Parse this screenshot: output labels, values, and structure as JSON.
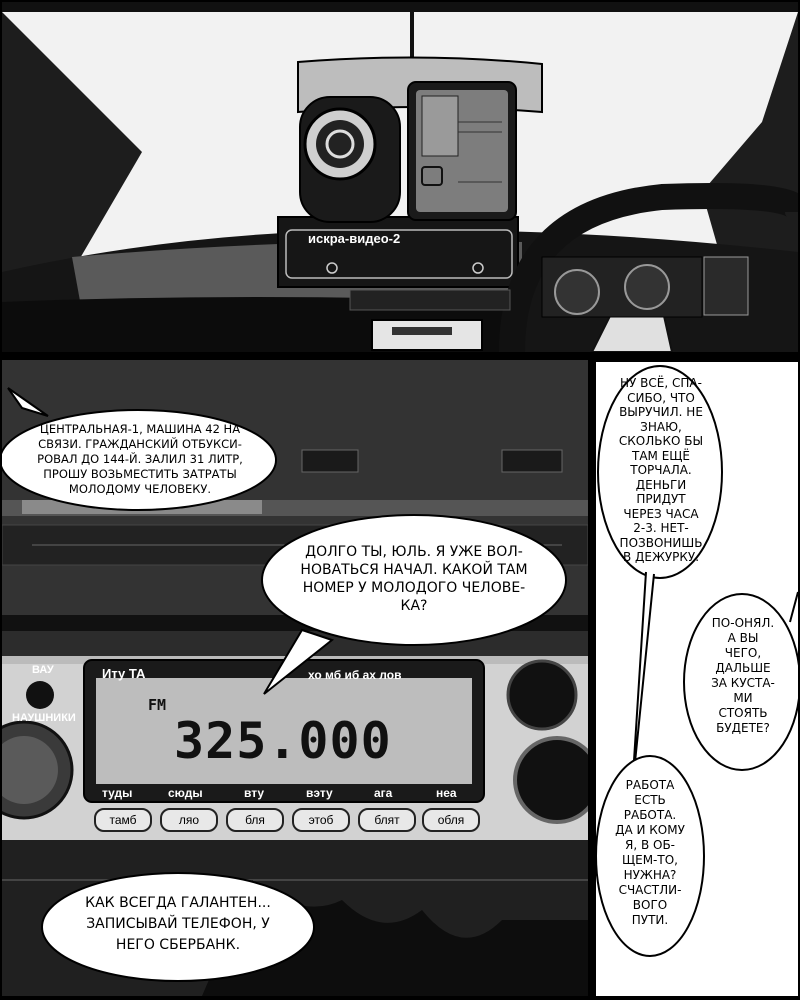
{
  "panel1": {
    "device_label": "искра-видео-2"
  },
  "panel2": {
    "bubble_dispatch": "ЦЕНТРАЛЬНАЯ-1, МАШИНА 42 НА\nСВЯЗИ. ГРАЖДАНСКИЙ ОТБУКСИ-\nРОВАЛ ДО 144-Й. ЗАЛИЛ 31 ЛИТР,\nПРОШУ ВОЗЬМЕСТИТЬ ЗАТРАТЫ\nМОЛОДОМУ ЧЕЛОВЕКУ.",
    "bubble_reply": "ДОЛГО ТЫ, ЮЛЬ. Я УЖЕ ВОЛ-\nНОВАТЬСЯ НАЧАЛ. КАКОЙ ТАМ\nНОМЕР У МОЛОДОГО ЧЕЛОВЕ-\nКА?",
    "bubble_bottom": "КАК ВСЕГДА ГАЛАНТЕН...\nЗАПИСЫВАЙ ТЕЛЕФОН, У\nНЕГО СБЕРБАНК.",
    "radio": {
      "left_label_top": "ВАУ",
      "left_label_bottom": "НАУШНИКИ",
      "brand": "Иту ТА",
      "header_right": "хо мб иб ах лов",
      "band": "FM",
      "frequency": "325.000",
      "soft_labels": [
        "туды",
        "сюды",
        "вту",
        "вэту",
        "ага",
        "неа"
      ],
      "buttons": [
        "тамб",
        "ляо",
        "бля",
        "этоб",
        "блят",
        "обля"
      ]
    }
  },
  "panel3": {
    "bubble_a": "НУ ВСЁ, СПА-\nСИБО, ЧТО\nВЫРУЧИЛ. НЕ\nЗНАЮ,\nСКОЛЬКО БЫ\nТАМ ЕЩЁ\nТОРЧАЛА.\nДЕНЬГИ\nПРИДУТ\nЧЕРЕЗ ЧАСА\n2-3. НЕТ-\nПОЗВОНИШЬ\nВ ДЕЖУРКУ.",
    "bubble_b": "ПО-ОНЯЛ.\nА ВЫ\nЧЕГО,\nДАЛЬШЕ\nЗА КУСТА-\nМИ\nСТОЯТЬ\nБУДЕТЕ?",
    "bubble_c": "РАБОТА\nЕСТЬ\nРАБОТА.\nДА И КОМУ\nЯ, В ОБ-\nЩЕМ-ТО,\nНУЖНА?\nСЧАСТЛИ-\nВОГО\nПУТИ."
  },
  "colors": {
    "ink": "#000000",
    "paper": "#ffffff",
    "lcd": "#bdbdbd"
  }
}
